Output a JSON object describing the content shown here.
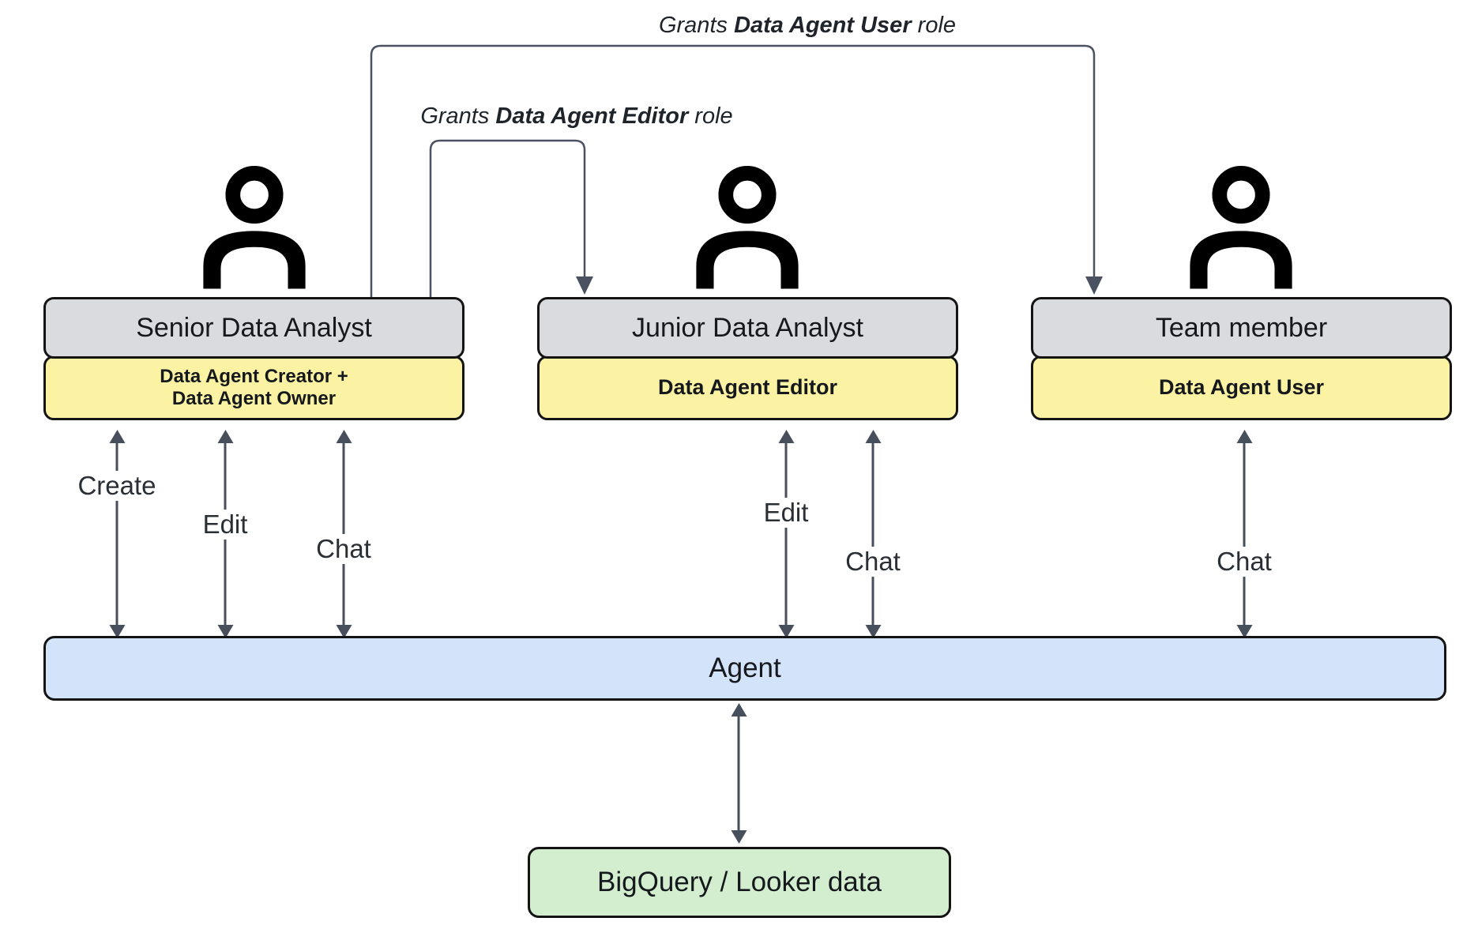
{
  "grants": [
    {
      "prefix": "Grants ",
      "role": "Data Agent User",
      "suffix": " role"
    },
    {
      "prefix": "Grants ",
      "role": "Data Agent Editor",
      "suffix": " role"
    }
  ],
  "actors": [
    {
      "title": "Senior Data Analyst",
      "role_lines": [
        "Data Agent Creator +",
        "Data Agent Owner"
      ],
      "actions": [
        "Create",
        "Edit",
        "Chat"
      ]
    },
    {
      "title": "Junior Data Analyst",
      "role_lines": [
        "Data Agent Editor"
      ],
      "actions": [
        "Edit",
        "Chat"
      ]
    },
    {
      "title": "Team member",
      "role_lines": [
        "Data Agent User"
      ],
      "actions": [
        "Chat"
      ]
    }
  ],
  "agent": {
    "label": "Agent"
  },
  "datastore": {
    "label": "BigQuery / Looker data"
  },
  "colors": {
    "title_box_fill": "#d9dbde",
    "role_box_fill": "#fbf3a3",
    "agent_fill": "#d3e3f9",
    "datastore_fill": "#d2eecf",
    "arrow": "#474e5c",
    "border": "#141414"
  }
}
